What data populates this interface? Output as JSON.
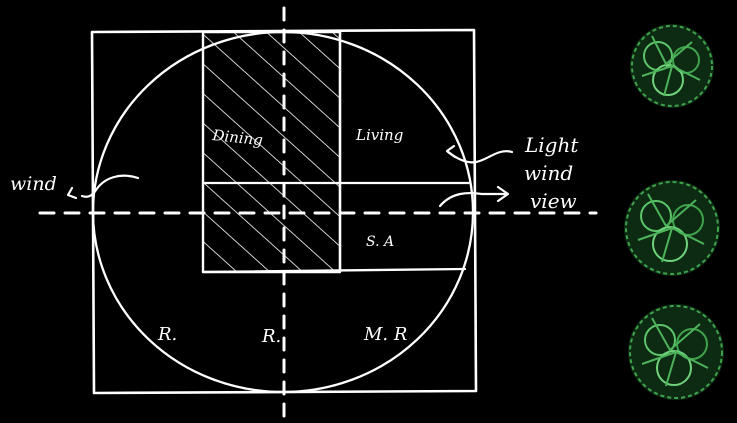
{
  "sketch": {
    "background": "#000000",
    "line_color": "#ffffff",
    "tree_color": "#3fa34d",
    "labels": {
      "dining": "Dining",
      "living": "Living",
      "sa": "S. A",
      "r_left": "R.",
      "r_mid": "R.",
      "mr": "M. R",
      "wind_left": "wind",
      "light": "Light",
      "wind_right": "wind",
      "view": "view"
    },
    "trees": [
      "tree-icon",
      "tree-icon",
      "tree-icon"
    ]
  }
}
